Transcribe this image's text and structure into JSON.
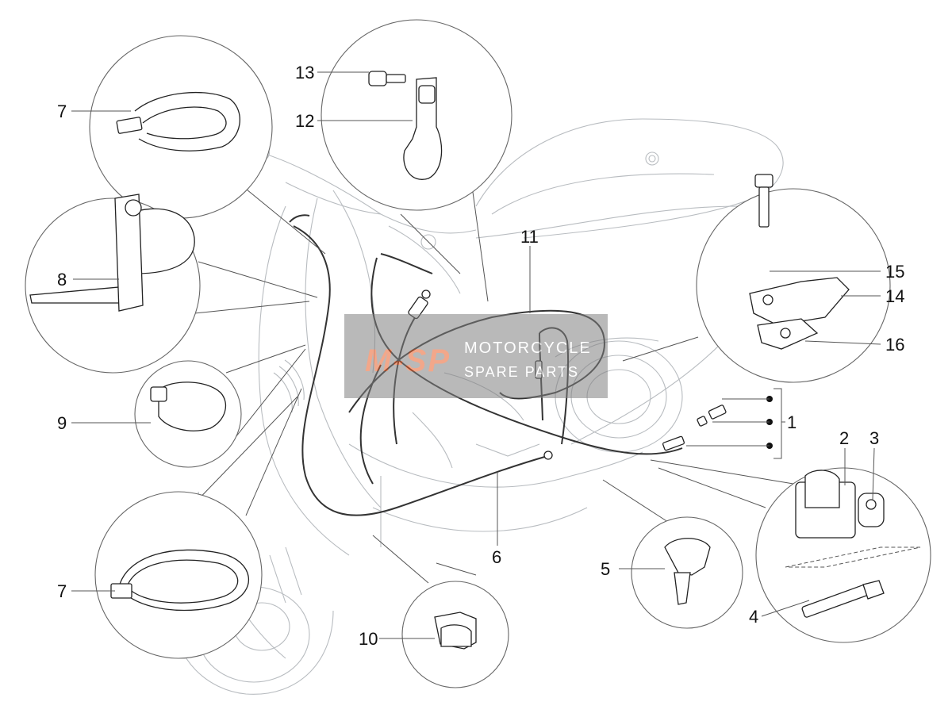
{
  "watermark": {
    "logo_text": "M-SP",
    "line1": "MOTORCYCLE",
    "line2": "SPARE PARTS",
    "color_bg": "#808080",
    "color_logo": "#e8602c"
  },
  "callouts": [
    {
      "id": "c1",
      "label": "1"
    },
    {
      "id": "c2",
      "label": "2"
    },
    {
      "id": "c3",
      "label": "3"
    },
    {
      "id": "c4",
      "label": "4"
    },
    {
      "id": "c5",
      "label": "5"
    },
    {
      "id": "c6",
      "label": "6"
    },
    {
      "id": "c7a",
      "label": "7"
    },
    {
      "id": "c7b",
      "label": "7"
    },
    {
      "id": "c8",
      "label": "8"
    },
    {
      "id": "c9",
      "label": "9"
    },
    {
      "id": "c10",
      "label": "10"
    },
    {
      "id": "c11",
      "label": "11"
    },
    {
      "id": "c12",
      "label": "12"
    },
    {
      "id": "c13",
      "label": "13"
    },
    {
      "id": "c14",
      "label": "14"
    },
    {
      "id": "c15",
      "label": "15"
    },
    {
      "id": "c16",
      "label": "16"
    }
  ]
}
